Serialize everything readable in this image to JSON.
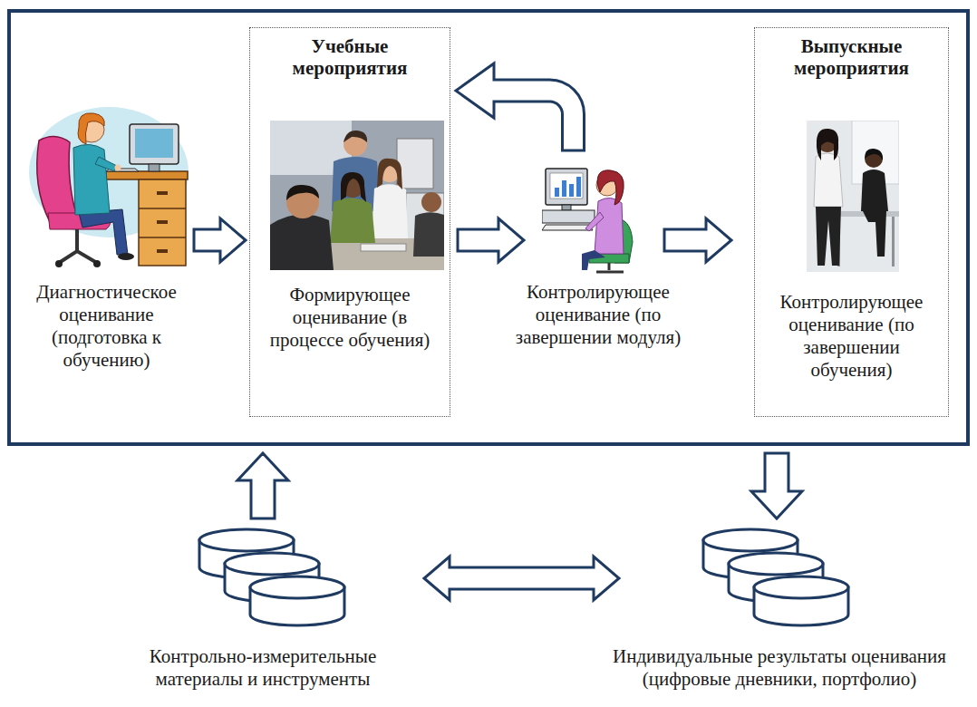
{
  "diagram": {
    "nodes": [
      {
        "text": [
          "Диагностическое оценивание (подготовка к обучению)"
        ]
      },
      {
        "text": [
          "Учебные мероприятия",
          "Формирующее оценивание (в процессе обучения)"
        ]
      },
      {
        "text": [
          "Контролирующее оценивание (по завершении модуля)"
        ]
      },
      {
        "text": [
          "Выпускные мероприятия",
          "Контролирующее оценивание (по завершении обучения)"
        ]
      },
      {
        "text": [
          "Контрольно-измерительные материалы и инструменты"
        ]
      },
      {
        "text": [
          "Индивидуальные результаты оценивания (цифровые дневники, портфолио)"
        ]
      }
    ],
    "edges": [
      {
        "from": 0,
        "to": 1,
        "arrow": "to"
      },
      {
        "from": 1,
        "to": 2,
        "arrow": "to"
      },
      {
        "from": 2,
        "to": 3,
        "arrow": "to"
      },
      {
        "from": 2,
        "to": 1,
        "arrow": "to"
      },
      {
        "from": 4,
        "to": 1,
        "arrow": "to"
      },
      {
        "from": 3,
        "to": 5,
        "arrow": "to"
      },
      {
        "from": 4,
        "to": 5,
        "arrow": "both"
      }
    ]
  }
}
